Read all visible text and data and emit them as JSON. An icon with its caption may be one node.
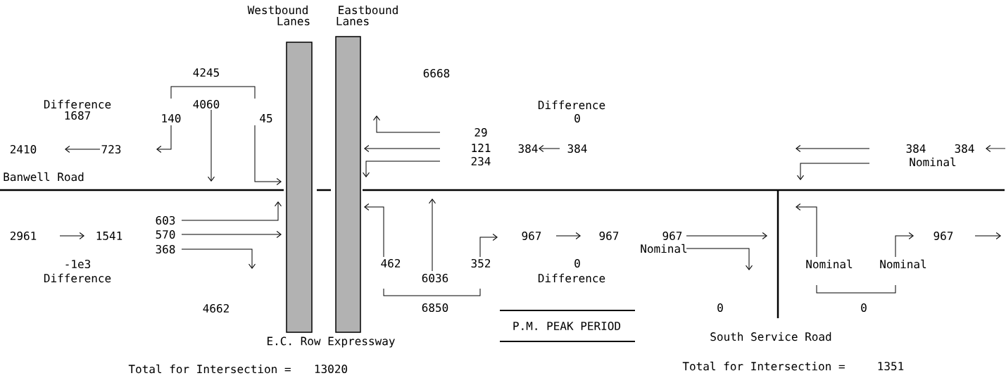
{
  "diagram": {
    "title": "P.M.  PEAK PERIOD",
    "labels": [
      "Westbound",
      "Lanes",
      "Eastbound",
      "Lanes",
      "4245",
      "Difference",
      "1687",
      "4060",
      "140",
      "45",
      "6668",
      "Difference",
      "0",
      "29",
      "2410",
      "723",
      "121",
      "384",
      "384",
      "384",
      "384",
      "234",
      "Nominal",
      "Banwell Road",
      "603",
      "2961",
      "1541",
      "570",
      "368",
      "967",
      "967",
      "967",
      "Nominal",
      "967",
      "-1e3",
      "462",
      "352",
      "0",
      "Nominal",
      "Nominal",
      "Difference",
      "6036",
      "Difference",
      "4662",
      "6850",
      "0",
      "0",
      "E.C. Row  Expressway",
      "South Service Road",
      "Total for Intersection =",
      "13020",
      "Total for Intersection =",
      "1351"
    ]
  }
}
